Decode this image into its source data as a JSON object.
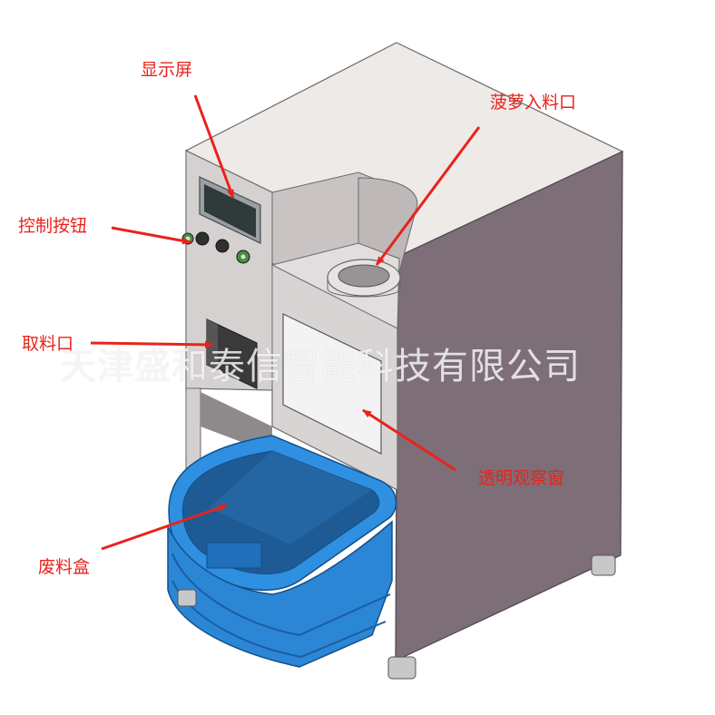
{
  "labels": {
    "display_screen": "显示屏",
    "control_buttons": "控制按钮",
    "pineapple_inlet": "菠萝入料口",
    "pickup_outlet": "取料口",
    "observation_window": "透明观察窗",
    "waste_box": "废料盒"
  },
  "watermark": "天津盛和泰信智能科技有限公司",
  "colors": {
    "label_red": "#e8231c",
    "front_panel": "#d9d4d4",
    "side_panel": "#7d6e78",
    "top_panel": "#eeeae8",
    "bin_blue": "#2f8fe0",
    "screen_dark": "#2f3a3c"
  }
}
